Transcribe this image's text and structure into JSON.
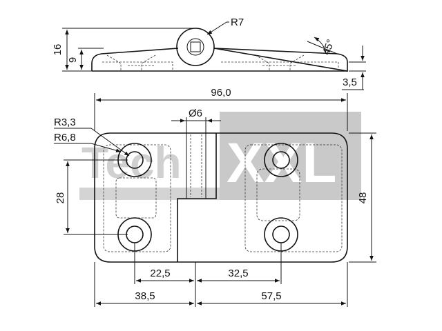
{
  "watermark": {
    "part1": "Tech",
    "part2": "XXL",
    "color": "#c8c8c8"
  },
  "side_view": {
    "radius_label": "R7",
    "angle_label": "45°",
    "height_total": "16",
    "height_body": "9",
    "thickness": "3,5"
  },
  "front_view": {
    "overall_width": "96,0",
    "pin_diameter": "Ø6",
    "hole_radius": "R3,3",
    "boss_radius": "R6,8",
    "hole_spacing_vertical": "28",
    "overall_height": "48",
    "hole_offset_left_to_axis": "22,5",
    "hole_offset_right_to_axis": "32,5",
    "leaf_width_left": "38,5",
    "leaf_width_right": "57,5"
  }
}
